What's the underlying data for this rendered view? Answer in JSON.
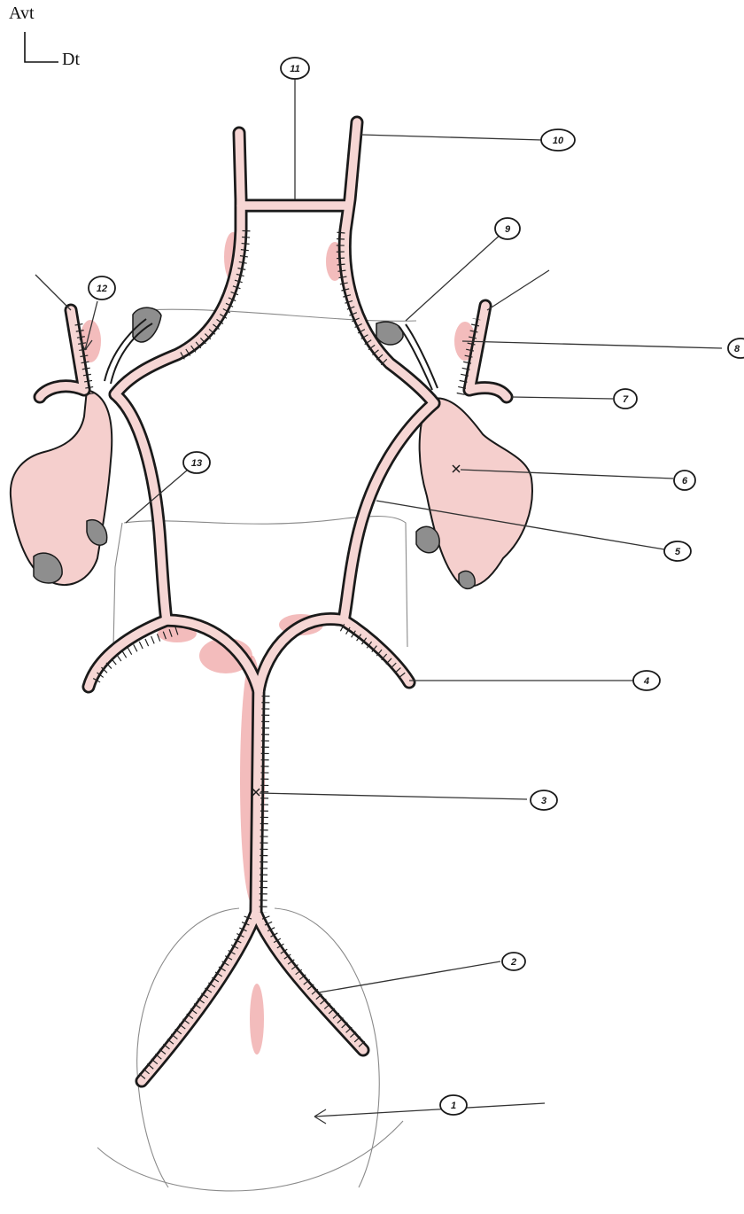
{
  "orientation": {
    "anterior": "Avt",
    "right": "Dt"
  },
  "labels": [
    "1",
    "2",
    "3",
    "4",
    "5",
    "6",
    "7",
    "8",
    "9",
    "10",
    "11",
    "12",
    "13"
  ],
  "colors": {
    "vessel_fill": "#f6d6d4",
    "red_shading": "#e46a6a",
    "outline": "#1a1a1a",
    "leader": "#333333",
    "gonad_blob": "#8e8e8e"
  }
}
